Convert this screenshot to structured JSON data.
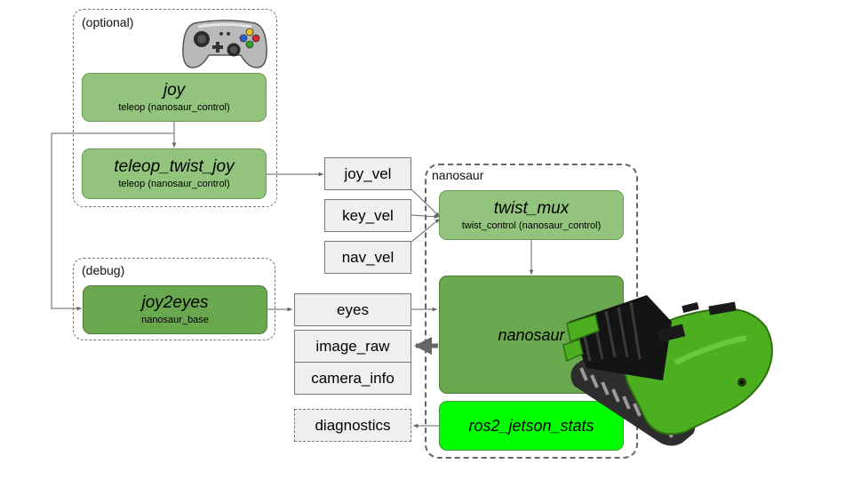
{
  "groups": {
    "optional": "(optional)",
    "debug": "(debug)",
    "nanosaur": "nanosaur"
  },
  "nodes": {
    "joy": {
      "title": "joy",
      "subtitle": "teleop (nanosaur_control)"
    },
    "teleop_twist_joy": {
      "title": "teleop_twist_joy",
      "subtitle": "teleop (nanosaur_control)"
    },
    "joy2eyes": {
      "title": "joy2eyes",
      "subtitle": "nanosaur_base"
    },
    "twist_mux": {
      "title": "twist_mux",
      "subtitle": "twist_control (nanosaur_control)"
    },
    "nanosaur": {
      "title": "nanosaur"
    },
    "jetson_stats": {
      "title": "ros2_jetson_stats"
    }
  },
  "topics": {
    "joy_vel": "joy_vel",
    "key_vel": "key_vel",
    "nav_vel": "nav_vel",
    "eyes": "eyes",
    "image_raw": "image_raw",
    "camera_info": "camera_info",
    "diagnostics": "diagnostics"
  },
  "icons": {
    "gamepad": "gamepad-icon",
    "robot": "nanosaur-robot-icon"
  },
  "colors": {
    "node_light": "#93c47d",
    "node_dark": "#6aa84f",
    "node_bright": "#00ff00",
    "robot_green": "#4caf1f",
    "topic_fill": "#efefef"
  }
}
